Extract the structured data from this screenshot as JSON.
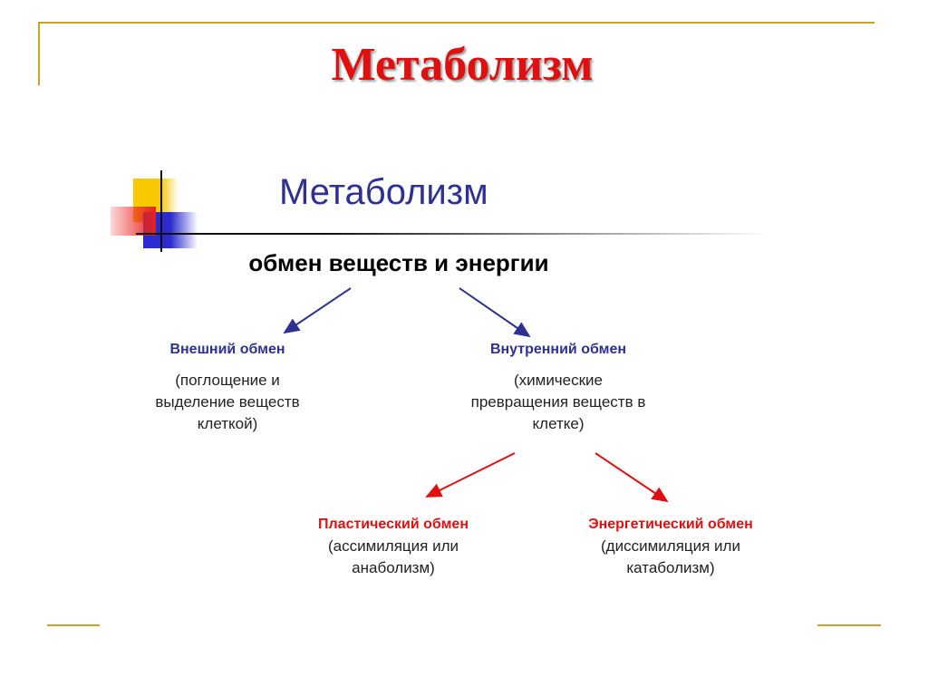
{
  "slide_title": "Метаболизм",
  "subtitle": "Метаболизм",
  "definition": "обмен веществ и энергии",
  "colors": {
    "title": "#e01010",
    "navy": "#2e3192",
    "gold": "#c9a227",
    "red_arrow": "#e01010"
  },
  "branches": [
    {
      "title": "Внешний обмен",
      "desc": [
        "(поглощение и",
        "выделение веществ",
        "клеткой)"
      ]
    },
    {
      "title": "Внутренний обмен",
      "desc": [
        "(химические",
        "превращения веществ в",
        "клетке)"
      ]
    }
  ],
  "sub_branches": [
    {
      "title": "Пластический обмен",
      "desc": [
        "(ассимиляция или",
        "анаболизм)"
      ]
    },
    {
      "title": "Энергетический обмен",
      "desc": [
        "(диссимиляция или",
        "катаболизм)"
      ]
    }
  ]
}
